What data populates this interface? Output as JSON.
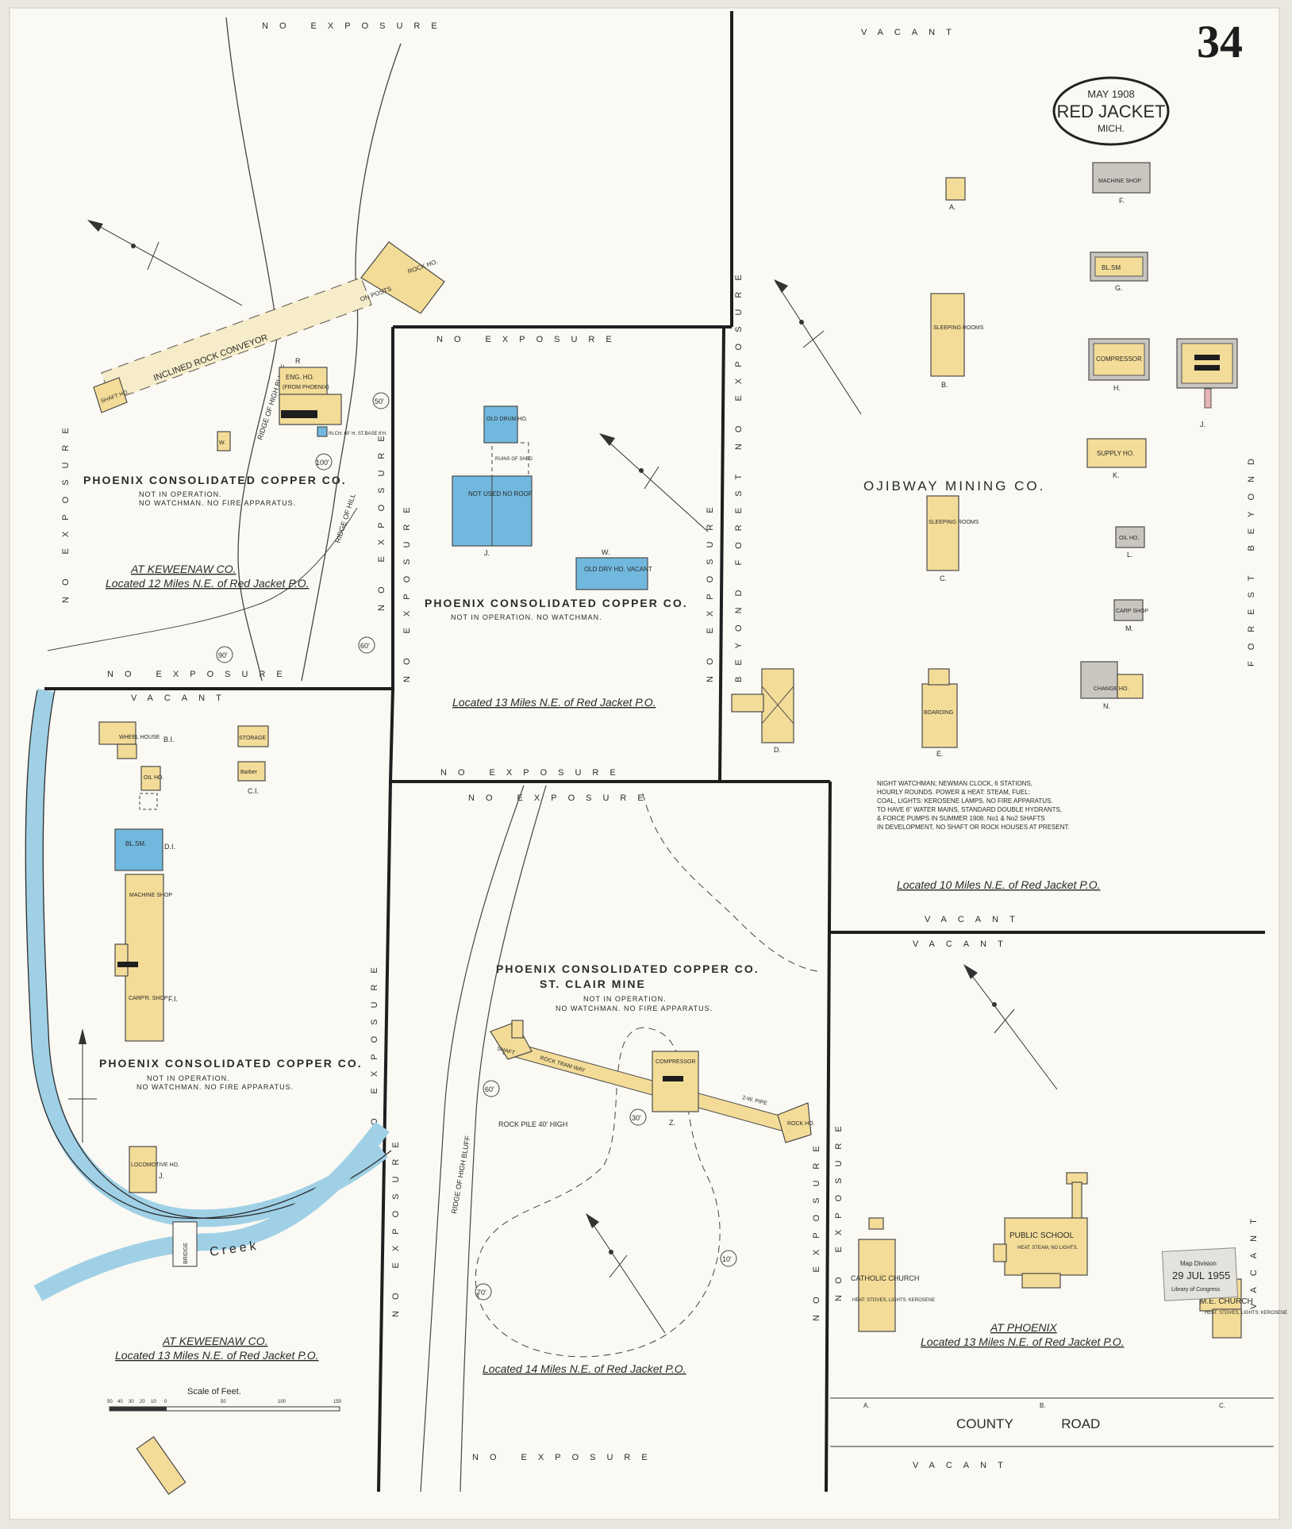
{
  "sheet": {
    "page_number": "34",
    "date": "MAY 1908",
    "city": "RED JACKET",
    "state": "MICH."
  },
  "panels": {
    "phoenix_ne12": {
      "company": "PHOENIX CONSOLIDATED COPPER CO.",
      "status": "NOT IN OPERATION.",
      "protection": "NO WATCHMAN. NO FIRE APPARATUS.",
      "place": "AT KEWEENAW CO.",
      "location": "Located 12 Miles N.E. of Red Jacket P.O.",
      "edges": {
        "top": "NO EXPOSURE",
        "left": "NO EXPOSURE",
        "bottom": "NO EXPOSURE",
        "right": "NO EXPOSURE"
      },
      "labels": {
        "conveyor": "INCLINED ROCK CONVEYOR",
        "shaft": "SHAFT HO.",
        "rock_house": "ROCK HO.",
        "on_posts": "ON POSTS",
        "eng_house": "ENG. HO.",
        "from_phoenix": "(FROM PHOENIX)",
        "bluff": "RIDGE OF HIGH BLUFF",
        "hill": "RIDGE OF HILL",
        "tank": "W.",
        "note": "IN.CH. 60' H. ST.BASE 6'H.",
        "r": "R",
        "el1": "50'",
        "el2": "100'",
        "el3": "90'",
        "el4": "60'"
      }
    },
    "phoenix_ne13_center": {
      "company": "PHOENIX CONSOLIDATED COPPER CO.",
      "status": "NOT IN OPERATION. NO WATCHMAN.",
      "location": "Located 13 Miles N.E. of Red Jacket P.O.",
      "edges": {
        "top": "NO EXPOSURE",
        "left": "NO EXPOSURE",
        "bottom": "NO EXPOSURE",
        "right": "NO EXPOSURE"
      },
      "labels": {
        "old_drum": "OLD DRUM HO.",
        "ruins": "RUINS OF SHED",
        "not_used": "NOT USED NO ROOF",
        "j": "J.",
        "w": "W.",
        "old_dry": "OLD DRY HO. VACANT"
      }
    },
    "ojibway": {
      "company": "OJIBWAY MINING CO.",
      "notes": [
        "NIGHT WATCHMAN; NEWMAN CLOCK, 6 STATIONS,",
        "HOURLY ROUNDS. POWER & HEAT: STEAM, FUEL:",
        "COAL, LIGHTS: KEROSENE LAMPS. NO FIRE APPARATUS.",
        "TO HAVE 6\" WATER MAINS, STANDARD DOUBLE HYDRANTS,",
        "& FORCE PUMPS IN SUMMER 1908. No1 & No2 SHAFTS",
        "IN DEVELOPMENT, NO SHAFT OR ROCK HOUSES AT PRESENT."
      ],
      "location": "Located 10 Miles N.E. of Red Jacket P.O.",
      "edges": {
        "top": "VACANT",
        "left": "BEYOND FOREST NO EXPOSURE",
        "right": "FOREST BEYOND",
        "bottom": "VACANT"
      },
      "buildings": {
        "a": "A.",
        "b": "B.",
        "sleeping1": "SLEEPING ROOMS",
        "c": "C.",
        "sleeping2": "SLEEPING ROOMS",
        "d": "D.",
        "boarding": "BOARDING",
        "e": "E.",
        "f": "F.",
        "machine": "MACHINE SHOP",
        "g": "G.",
        "blsm": "BL.SM",
        "h": "H.",
        "compressor": "COMPRESSOR",
        "j": "J.",
        "k": "K.",
        "supply": "SUPPLY HO.",
        "l": "L.",
        "oil": "OIL HO.",
        "m": "M.",
        "carp": "CARP SHOP",
        "n": "N.",
        "change": "CHANGE HO."
      }
    },
    "phoenix_ne13_left": {
      "company": "PHOENIX CONSOLIDATED COPPER CO.",
      "status": "NOT IN OPERATION.",
      "protection": "NO WATCHMAN. NO FIRE APPARATUS.",
      "place": "AT KEWEENAW CO.",
      "location": "Located 13 Miles N.E. of Red Jacket P.O.",
      "creek": "Creek",
      "bridge": "BRIDGE",
      "edges": {
        "top": "VACANT",
        "right": "NO EXPOSURE"
      },
      "buildings": {
        "wheel": "WHEEL HOUSE",
        "b1": "B.I.",
        "oil": "OIL HO.",
        "storage": "STORAGE",
        "barber": "Barber",
        "c1": "C.I.",
        "blsm": "BL.SM.",
        "d1": "D.I.",
        "machine": "MACHINE SHOP",
        "carp": "CARP'R. SHOP",
        "f1": "F.I.",
        "loco": "LOCOMOTIVE HO.",
        "j": "J."
      },
      "scale_title": "Scale of Feet.",
      "scale_ticks": [
        "50",
        "40",
        "30",
        "20",
        "10",
        "0",
        "50",
        "100",
        "150"
      ]
    },
    "st_clair": {
      "company": "PHOENIX CONSOLIDATED COPPER CO.",
      "mine": "ST. CLAIR MINE",
      "status": "NOT IN OPERATION.",
      "protection": "NO WATCHMAN. NO FIRE APPARATUS.",
      "location": "Located 14 Miles N.E. of Red Jacket P.O.",
      "edges": {
        "top": "NO EXPOSURE",
        "left": "NO EXPOSURE",
        "bottom": "NO EXPOSURE",
        "right": "NO EXPOSURE"
      },
      "labels": {
        "shaft": "SHAFT",
        "tramway": "ROCK TRAM WAY",
        "compressor": "COMPRESSOR",
        "z": "Z.",
        "rock_ho": "ROCK HO.",
        "pipe": "2-W. PIPE",
        "rock_pile": "ROCK PILE 40' HIGH",
        "bluff": "RIDGE OF HIGH BLUFF",
        "el1": "60'",
        "el2": "30'",
        "el3": "10'",
        "el4": "70'"
      }
    },
    "phoenix_town": {
      "place": "AT PHOENIX",
      "location": "Located 13 Miles N.E. of Red Jacket P.O.",
      "catholic": "CATHOLIC CHURCH",
      "catholic_note": "HEAT: STOVES, LIGHTS: KEROSENE",
      "school": "PUBLIC SCHOOL",
      "school_note": "HEAT: STEAM, NO LIGHTS.",
      "me_church": "M.E. CHURCH",
      "me_note": "HEAT: STOVES, LIGHTS: KEROSENE",
      "road": "COUNTY ROAD",
      "road_marks": [
        "A.",
        "B.",
        "C."
      ],
      "edges": {
        "top": "VACANT",
        "right": "VACANT",
        "bottom": "VACANT",
        "left": "NO EXPOSURE"
      },
      "stamp_line1": "Map Division",
      "stamp_line2": "29 JUL 1955",
      "stamp_line3": "Library of Congress"
    }
  },
  "colors": {
    "paper": "#faf9f3",
    "frame": "#e9e7e0",
    "frame_wood": "#f3dc98",
    "brick": "#71b8de",
    "creek": "#9fd0e6",
    "wall": "#1e1e1e"
  }
}
